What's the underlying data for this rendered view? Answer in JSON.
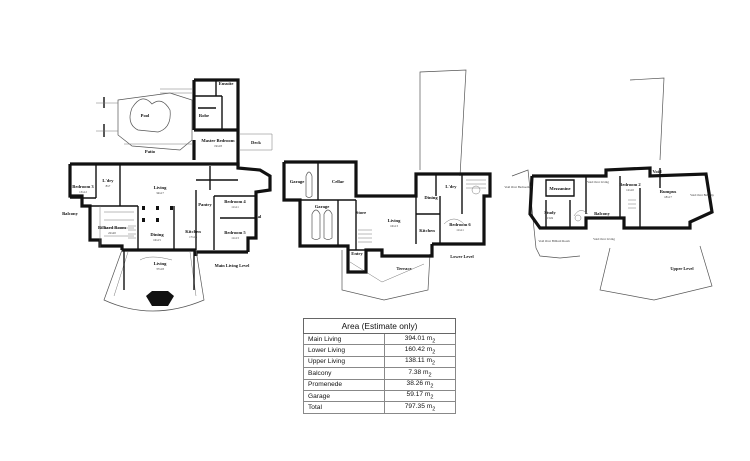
{
  "plans": {
    "main": {
      "level": "Main Living Level",
      "rooms": [
        {
          "name": "Pool"
        },
        {
          "name": "Patio"
        },
        {
          "name": "Deck"
        },
        {
          "name": "Master Bedroom",
          "dims": "19x18"
        },
        {
          "name": "Robe"
        },
        {
          "name": "Ensuite"
        },
        {
          "name": "Bedroom 3",
          "dims": "13x12"
        },
        {
          "name": "L'dry",
          "dims": "8x7"
        },
        {
          "name": "Living",
          "dims": "34x17"
        },
        {
          "name": "Balcony"
        },
        {
          "name": "Billiard Room",
          "dims": "22x20"
        },
        {
          "name": "Dining",
          "dims": "16x15"
        },
        {
          "name": "Kitchen",
          "dims": "17x16"
        },
        {
          "name": "Pantry"
        },
        {
          "name": "Bedroom 4",
          "dims": "11x11"
        },
        {
          "name": "Bedroom 5",
          "dims": "11x13"
        },
        {
          "name": "Bal"
        },
        {
          "name": "Living",
          "dims": "37x18"
        }
      ]
    },
    "lower": {
      "level": "Lower Level",
      "rooms": [
        {
          "name": "Garage"
        },
        {
          "name": "Cellar"
        },
        {
          "name": "Garage"
        },
        {
          "name": "Store"
        },
        {
          "name": "Living",
          "dims": "16x13"
        },
        {
          "name": "Dining"
        },
        {
          "name": "L'dry"
        },
        {
          "name": "Kitchen"
        },
        {
          "name": "Bedroom 6",
          "dims": "11x11"
        },
        {
          "name": "Entry"
        },
        {
          "name": "Terrace"
        }
      ]
    },
    "upper": {
      "level": "Upper Level",
      "rooms": [
        {
          "name": "Void Over Bedroom 3"
        },
        {
          "name": "Mezzanine"
        },
        {
          "name": "Void Over Living"
        },
        {
          "name": "Bedroom 2",
          "dims": "12x10"
        },
        {
          "name": "Void"
        },
        {
          "name": "Rumpus",
          "dims": "18x17"
        },
        {
          "name": "Void Over Balcony"
        },
        {
          "name": "Study",
          "dims": "15x9"
        },
        {
          "name": "Balcony"
        },
        {
          "name": "Void Over Billiard Room"
        },
        {
          "name": "Void Over Living"
        }
      ]
    }
  },
  "area_table": {
    "title": "Area (Estimate only)",
    "rows": [
      {
        "label": "Main Living",
        "value": "394.01 m",
        "unit_sup": "2"
      },
      {
        "label": "Lower Living",
        "value": "160.42 m",
        "unit_sup": "2"
      },
      {
        "label": "Upper Living",
        "value": "138.11 m",
        "unit_sup": "2"
      },
      {
        "label": "Balcony",
        "value": "7.38 m",
        "unit_sup": "2"
      },
      {
        "label": "Promenede",
        "value": "38.26 m",
        "unit_sup": "2"
      },
      {
        "label": "Garage",
        "value": "59.17 m",
        "unit_sup": "2"
      },
      {
        "label": "Total",
        "value": "797.35 m",
        "unit_sup": "2"
      }
    ]
  }
}
